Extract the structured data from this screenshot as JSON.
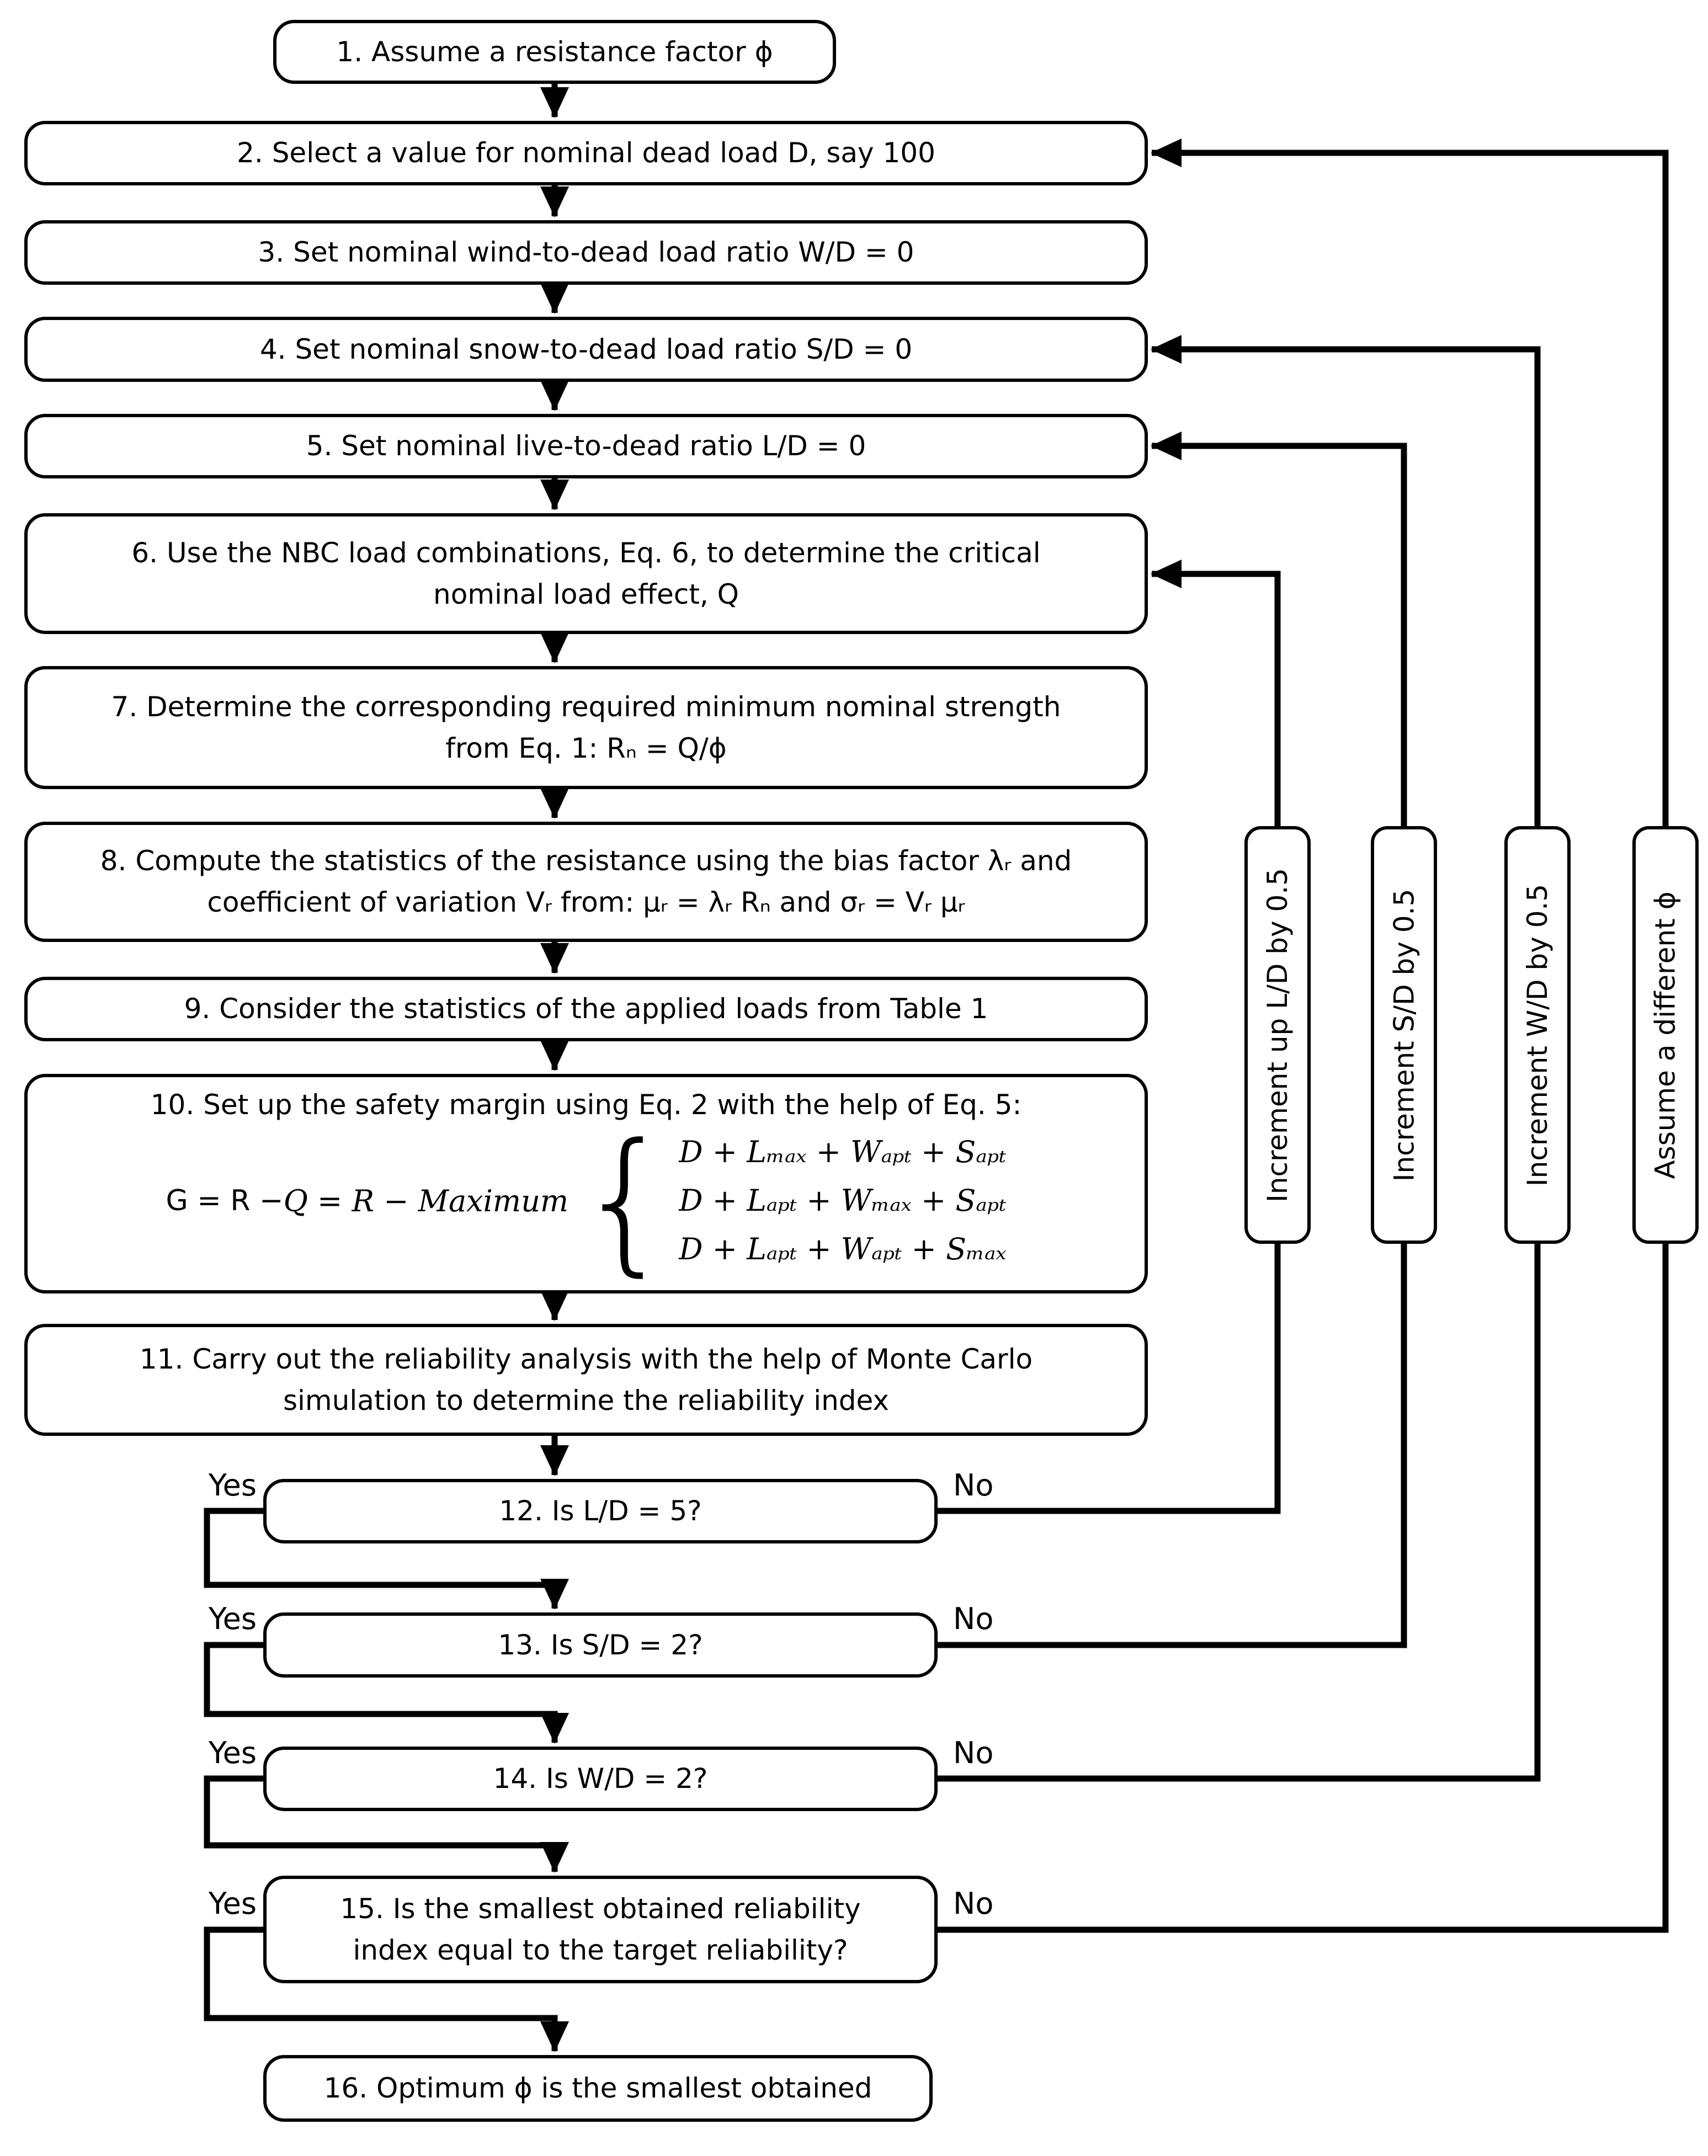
{
  "colors": {
    "line": "#000000",
    "box_fill": "#ffffff",
    "text": "#000000"
  },
  "labels": {
    "yes": "Yes",
    "no": "No"
  },
  "boxes": [
    {
      "id": 1,
      "label": "1. Assume a resistance factor ϕ"
    },
    {
      "id": 2,
      "label": "2. Select a value for nominal dead load D, say 100"
    },
    {
      "id": 3,
      "label": "3. Set nominal wind-to-dead load ratio W/D = 0"
    },
    {
      "id": 4,
      "label": "4. Set nominal snow-to-dead load ratio S/D = 0"
    },
    {
      "id": 5,
      "label": "5. Set nominal live-to-dead ratio L/D = 0"
    },
    {
      "id": 6,
      "label": "6. Use the NBC load combinations, Eq. 6, to determine the critical\nnominal load effect, Q"
    },
    {
      "id": 7,
      "label": "7. Determine the corresponding required minimum nominal strength\nfrom Eq. 1: Rₙ = Q/ϕ"
    },
    {
      "id": 8,
      "label": "8. Compute the statistics of the resistance using the bias factor λᵣ and\ncoefficient of variation Vᵣ from: μᵣ = λᵣ Rₙ and σᵣ = Vᵣ μᵣ"
    },
    {
      "id": 9,
      "label": "9. Consider the statistics of the applied loads from Table 1"
    },
    {
      "id": 10,
      "label": "10. Set up the safety margin using Eq. 2 with the help of Eq. 5:"
    },
    {
      "id": 11,
      "label": "11. Carry out the reliability analysis with the help of Monte Carlo\nsimulation to determine the reliability index"
    },
    {
      "id": 12,
      "label": "12. Is L/D = 5?"
    },
    {
      "id": 13,
      "label": "13. Is S/D = 2?"
    },
    {
      "id": 14,
      "label": "14. Is W/D = 2?"
    },
    {
      "id": 15,
      "label": "15. Is the smallest obtained reliability\nindex equal to the target reliability?"
    },
    {
      "id": 16,
      "label": "16. Optimum ϕ is the smallest obtained"
    }
  ],
  "box10_equation": {
    "lhs_plain": "G = R − ",
    "lhs_italic": "Q = R − Maximum",
    "brace": "{",
    "cases": [
      "D + Lₘₐₓ + Wₐₚₜ + Sₐₚₜ",
      "D + Lₐₚₜ + Wₘₐₓ + Sₐₚₜ",
      "D + Lₐₚₜ + Wₐₚₜ + Sₘₐₓ"
    ]
  },
  "side_boxes": [
    {
      "label": "Increment up L/D by 0.5"
    },
    {
      "label": "Increment S/D by 0.5"
    },
    {
      "label": "Increment W/D by 0.5"
    },
    {
      "label": "Assume a different ϕ"
    }
  ]
}
